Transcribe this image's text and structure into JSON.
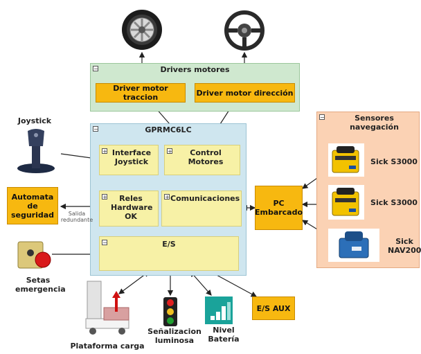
{
  "drivers_group": {
    "title": "Drivers motores",
    "traccion": "Driver motor traccion",
    "direccion": "Driver motor dirección"
  },
  "gprmc_group": {
    "title": "GPRMC6LC",
    "interface_joystick": "Interface Joystick",
    "control_motores": "Control Motores",
    "reles": "Reles Hardware OK",
    "comunicaciones": "Comunicaciones",
    "es": "E/S"
  },
  "sensores_group": {
    "title": "Sensores navegación",
    "sick1": "Sick S3000",
    "sick2": "Sick S3000",
    "sick3": "Sick NAV200"
  },
  "pc": "PC Embarcado",
  "automata": "Automata de seguridad",
  "es_aux": "E/S AUX",
  "salida_redundante": "Salida redundante",
  "captions": {
    "joystick": "Joystick",
    "setas": "Setas emergencia",
    "plataforma": "Plataforma carga",
    "senalizacion": "Señalizacion luminosa",
    "nivel": "Nivel Batería"
  },
  "collapse_symbol": "−",
  "expand_symbol": "+",
  "colors": {
    "drivers_bg": "#cfe8cf",
    "gprmc_bg": "#cfe6ef",
    "sensores_bg": "#fbd2b4",
    "orange_box": "#f7b810",
    "yellow_box": "#f7f1a6"
  },
  "icons": [
    "tire-icon",
    "steering-wheel-icon",
    "joystick-icon",
    "emergency-button-icon",
    "sick-scanner-icon",
    "nav200-icon",
    "platform-icon",
    "traffic-light-icon",
    "battery-level-icon"
  ]
}
